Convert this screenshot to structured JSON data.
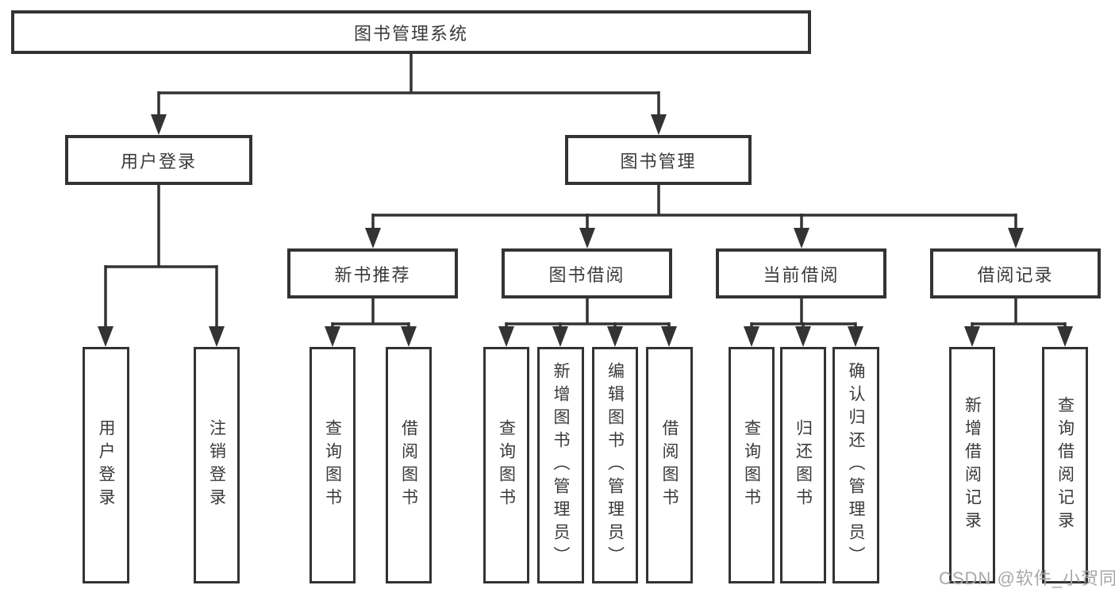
{
  "diagram": {
    "title_node": "图书管理系统",
    "level2": [
      {
        "label": "用户登录"
      },
      {
        "label": "图书管理"
      }
    ],
    "level3": [
      {
        "label": "新书推荐"
      },
      {
        "label": "图书借阅"
      },
      {
        "label": "当前借阅"
      },
      {
        "label": "借阅记录"
      }
    ],
    "level4": {
      "user_login": [
        "用户登录",
        "注销登录"
      ],
      "new_book_rec": [
        "查询图书",
        "借阅图书"
      ],
      "book_borrow": [
        "查询图书",
        "新增图书（管理员）",
        "编辑图书（管理员）",
        "借阅图书"
      ],
      "current_borrow": [
        "查询图书",
        "归还图书",
        "确认归还（管理员）"
      ],
      "borrow_records": [
        "新增借阅记录",
        "查询借阅记录"
      ]
    }
  },
  "watermark": {
    "text": "CSDN @软件_小贺同学",
    "color": "#a8a8a8"
  },
  "colors": {
    "line": "#333333",
    "box_border": "#333333",
    "text": "#3a3a3a",
    "background": "#ffffff"
  }
}
